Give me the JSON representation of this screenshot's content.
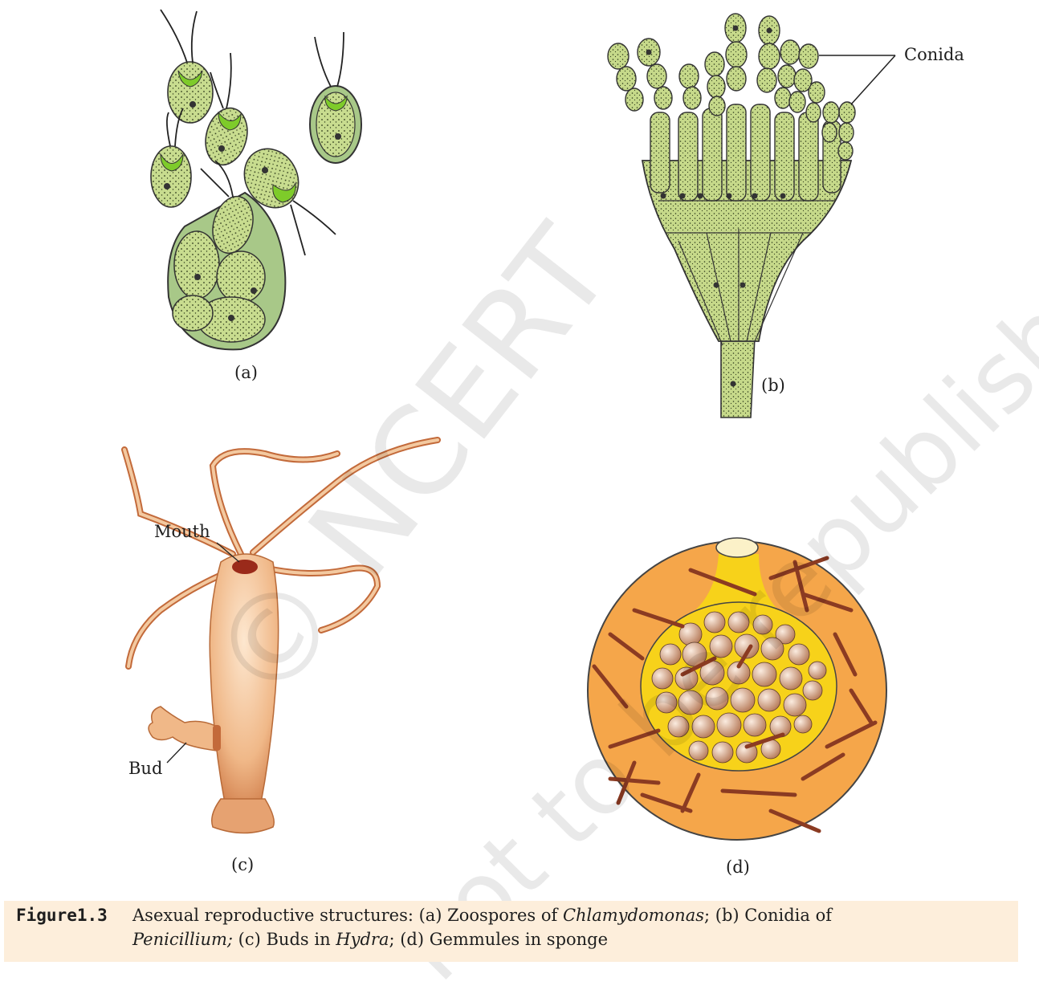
{
  "figure": {
    "panels": [
      {
        "id": "a",
        "label": "(a)"
      },
      {
        "id": "b",
        "label": "(b)",
        "callout": "Conida"
      },
      {
        "id": "c",
        "label": "(c)",
        "callouts": [
          "Mouth",
          "Bud"
        ]
      },
      {
        "id": "d",
        "label": "(d)"
      }
    ],
    "watermark": [
      "© NCERT",
      "not to be republished"
    ],
    "caption": {
      "number": "Figure1.3",
      "intro": "Asexual reproductive structures: (a) Zoospores of",
      "term_a": "Chlamydomonas",
      "mid_b": "; (b) Conidia of",
      "term_b": "Penicillium;",
      "mid_c": " (c) Buds in ",
      "term_c": "Hydra",
      "end": "; (d) Gemmules in sponge"
    }
  },
  "colors": {
    "alga_fill": "#c8dc8f",
    "alga_dark": "#7ecb2a",
    "sporangium": "#a8c888",
    "fungus_fill": "#c6d98a",
    "hydra_tentacle": "#c36a3a",
    "hydra_body": "#f3c9a0",
    "sponge_outer": "#f5a64a",
    "sponge_inner": "#f7d21a",
    "spicule": "#8b3b22",
    "gemmule": "#d9a98a",
    "caption_bg": "#fdeedb"
  }
}
